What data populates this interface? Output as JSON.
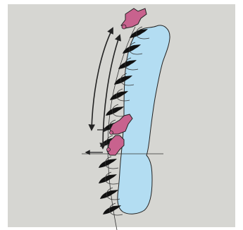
{
  "figure": {
    "colors": {
      "background": "#d6d6d2",
      "frame": "#ffffff",
      "structure_fill": "#b3ddf2",
      "highlight": "#c8628e",
      "stroke": "#222222"
    },
    "icons": {
      "structure": "light-blue-elongated-structure",
      "teeth": "black-hook-teeth",
      "highlighted_elements": "magenta-pieces",
      "arrows": "curved-double-arrows",
      "reference_line": "horizontal-reference-line"
    }
  }
}
